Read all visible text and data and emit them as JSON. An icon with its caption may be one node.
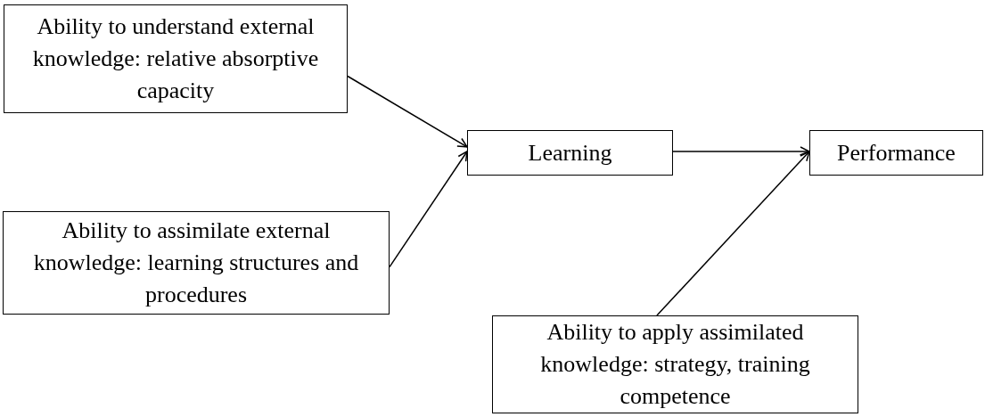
{
  "diagram": {
    "nodes": [
      {
        "text": [
          "Ability to understand external knowledge: relative absorptive capacity"
        ]
      },
      {
        "text": [
          "Ability to assimilate external knowledge: learning structures and procedures"
        ]
      },
      {
        "text": [
          "Learning"
        ]
      },
      {
        "text": [
          "Performance"
        ]
      },
      {
        "text": [
          "Ability to apply assimilated knowledge: strategy, training competence"
        ]
      }
    ],
    "edges": [
      {
        "from": 0,
        "to": 2,
        "arrow": "to"
      },
      {
        "from": 1,
        "to": 2,
        "arrow": "to"
      },
      {
        "from": 2,
        "to": 3,
        "arrow": "to"
      },
      {
        "from": 4,
        "to": 3,
        "arrow": "to"
      }
    ]
  }
}
